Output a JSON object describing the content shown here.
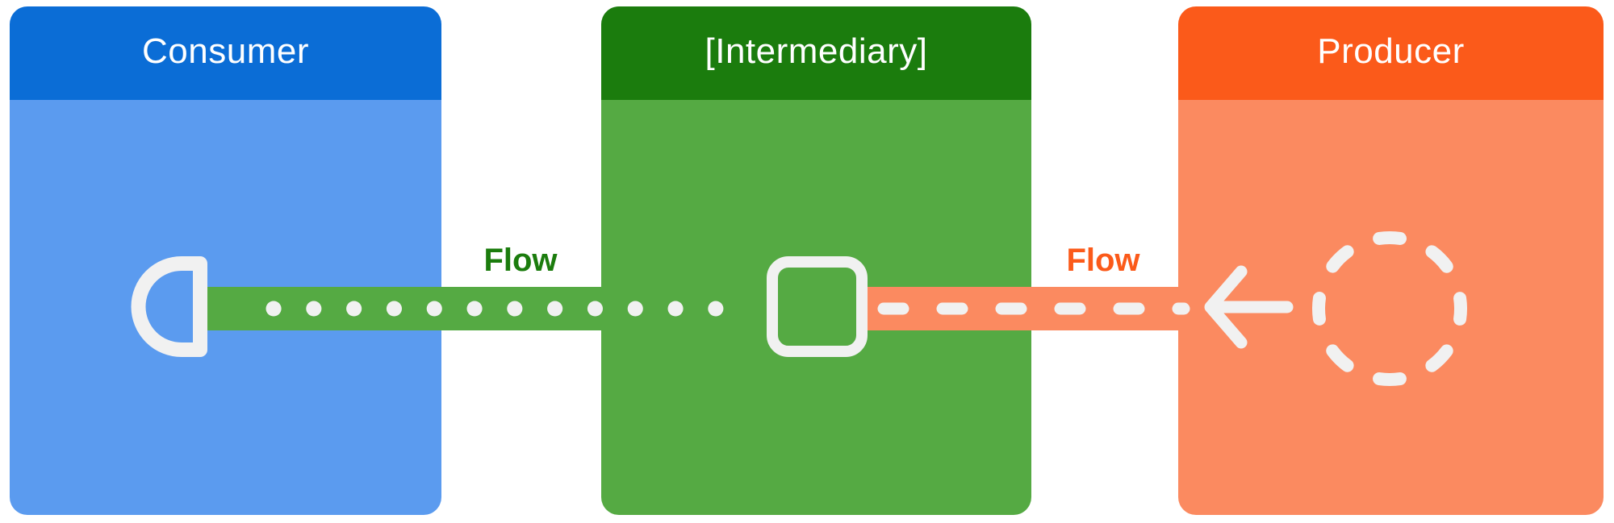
{
  "diagram": {
    "boxes": {
      "consumer": {
        "title": "Consumer"
      },
      "intermediary": {
        "title": "[Intermediary]"
      },
      "producer": {
        "title": "Producer"
      }
    },
    "labels": {
      "flow_left": "Flow",
      "flow_right": "Flow"
    },
    "connectors": {
      "left_link": {
        "label": "Flow",
        "style": "dotted",
        "from": "intermediary",
        "to": "consumer"
      },
      "right_link": {
        "label": "Flow",
        "style": "dashed",
        "from": "producer",
        "to": "intermediary",
        "direction": "left-arrow"
      }
    },
    "icons": [
      "socket-endpoint-icon",
      "square-node-icon",
      "left-arrow-icon",
      "dashed-circle-icon"
    ]
  },
  "colors": {
    "consumer_header": "#0b6dd6",
    "consumer_body": "#5b9bef",
    "intermediary_header": "#1b7c0d",
    "intermediary_body": "#55aa43",
    "producer_header": "#fb5a1a",
    "producer_body": "#fb8a60",
    "shape_white": "#f1f1f1",
    "page_background": "#ffffff"
  }
}
